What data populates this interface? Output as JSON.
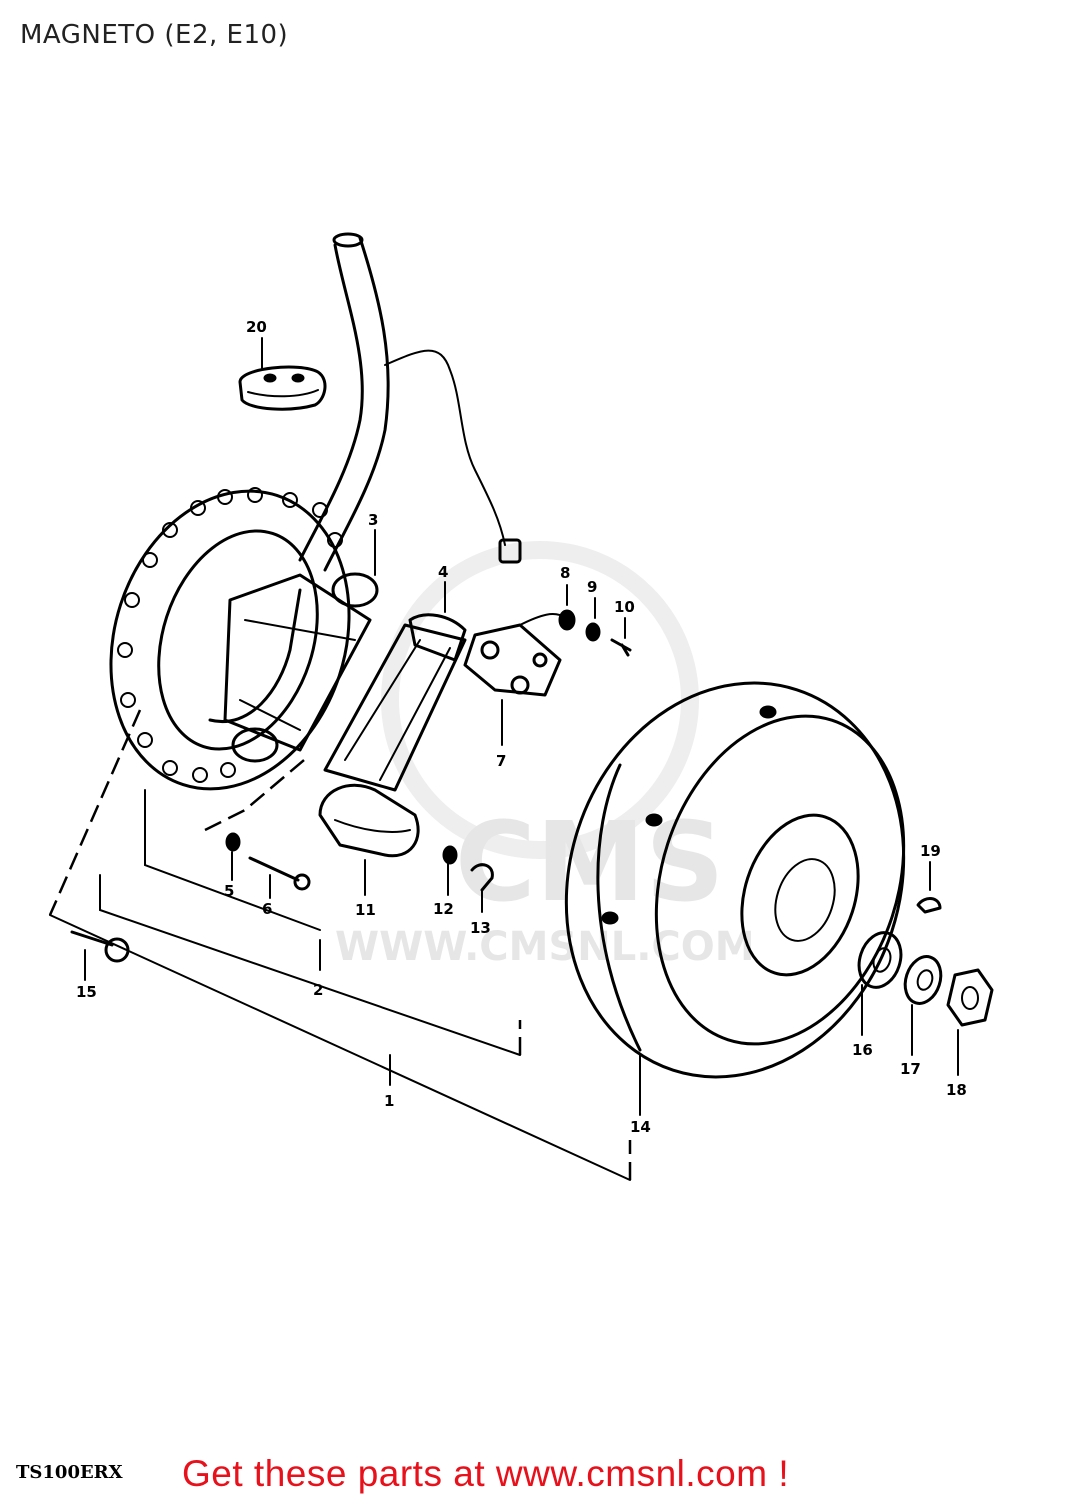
{
  "title": "MAGNETO (E2, E10)",
  "model_code": "TS100ERX",
  "footer": {
    "text": "Get these parts at www.cmsnl.com !"
  },
  "watermark": {
    "logo_text": "CMS",
    "url_text": "WWW.CMSNL.COM"
  },
  "callouts": [
    "1",
    "2",
    "3",
    "4",
    "5",
    "6",
    "7",
    "8",
    "9",
    "10",
    "11",
    "12",
    "13",
    "14",
    "15",
    "16",
    "17",
    "18",
    "19",
    "20"
  ],
  "colors": {
    "footer_text": "#e8101a",
    "line_art": "#000000",
    "watermark": "#e6e6e6"
  }
}
